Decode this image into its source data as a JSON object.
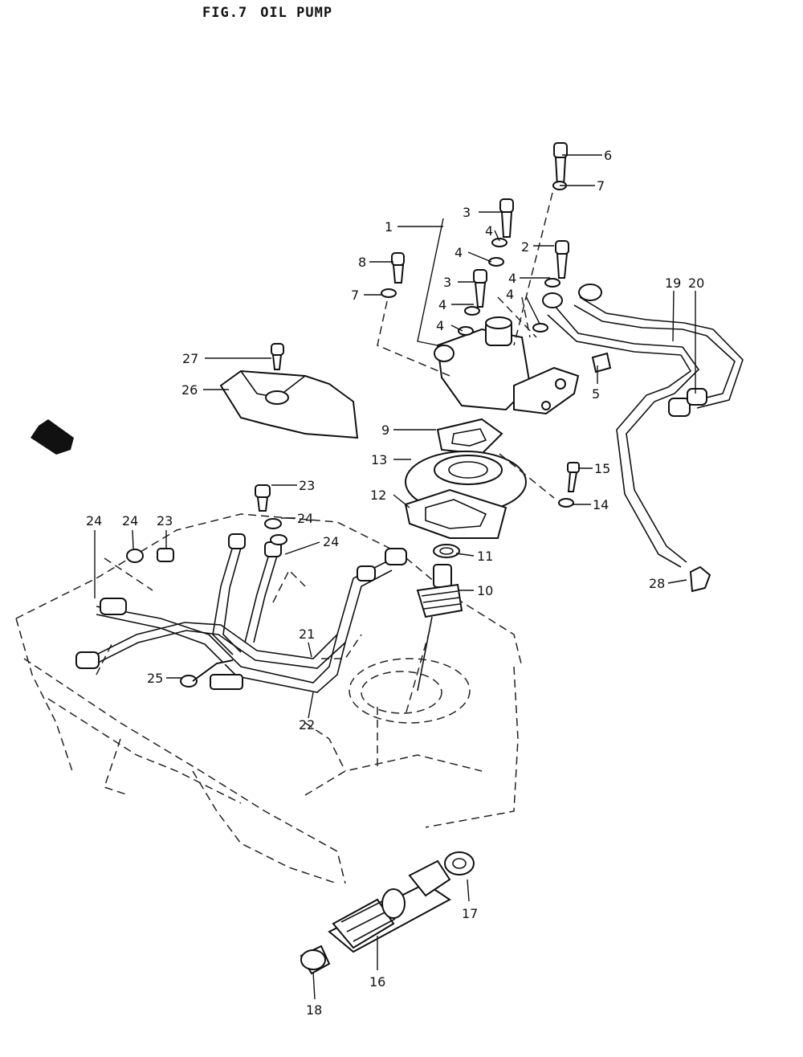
{
  "figure": {
    "number": "FIG.7",
    "name": "OIL PUMP"
  },
  "callouts": [
    {
      "id": "c6",
      "text": "6"
    },
    {
      "id": "c7a",
      "text": "7"
    },
    {
      "id": "c3a",
      "text": "3"
    },
    {
      "id": "c1",
      "text": "1"
    },
    {
      "id": "c4a",
      "text": "4"
    },
    {
      "id": "c2",
      "text": "2"
    },
    {
      "id": "c4b",
      "text": "4"
    },
    {
      "id": "c8",
      "text": "8"
    },
    {
      "id": "c3b",
      "text": "3"
    },
    {
      "id": "c4c",
      "text": "4"
    },
    {
      "id": "c7b",
      "text": "7"
    },
    {
      "id": "c4d",
      "text": "4"
    },
    {
      "id": "c4e",
      "text": "4"
    },
    {
      "id": "c4f",
      "text": "4"
    },
    {
      "id": "c19",
      "text": "19"
    },
    {
      "id": "c20",
      "text": "20"
    },
    {
      "id": "c27",
      "text": "27"
    },
    {
      "id": "c26",
      "text": "26"
    },
    {
      "id": "c5",
      "text": "5"
    },
    {
      "id": "c9",
      "text": "9"
    },
    {
      "id": "c13",
      "text": "13"
    },
    {
      "id": "c15",
      "text": "15"
    },
    {
      "id": "c12",
      "text": "12"
    },
    {
      "id": "c14",
      "text": "14"
    },
    {
      "id": "c23a",
      "text": "23"
    },
    {
      "id": "c24a",
      "text": "24"
    },
    {
      "id": "c24b",
      "text": "24"
    },
    {
      "id": "c24c",
      "text": "24"
    },
    {
      "id": "c23b",
      "text": "23"
    },
    {
      "id": "c24d",
      "text": "24"
    },
    {
      "id": "c11",
      "text": "11"
    },
    {
      "id": "c10",
      "text": "10"
    },
    {
      "id": "c28",
      "text": "28"
    },
    {
      "id": "c21",
      "text": "21"
    },
    {
      "id": "c25",
      "text": "25"
    },
    {
      "id": "c22",
      "text": "22"
    },
    {
      "id": "c17",
      "text": "17"
    },
    {
      "id": "c16",
      "text": "16"
    },
    {
      "id": "c18",
      "text": "18"
    }
  ]
}
